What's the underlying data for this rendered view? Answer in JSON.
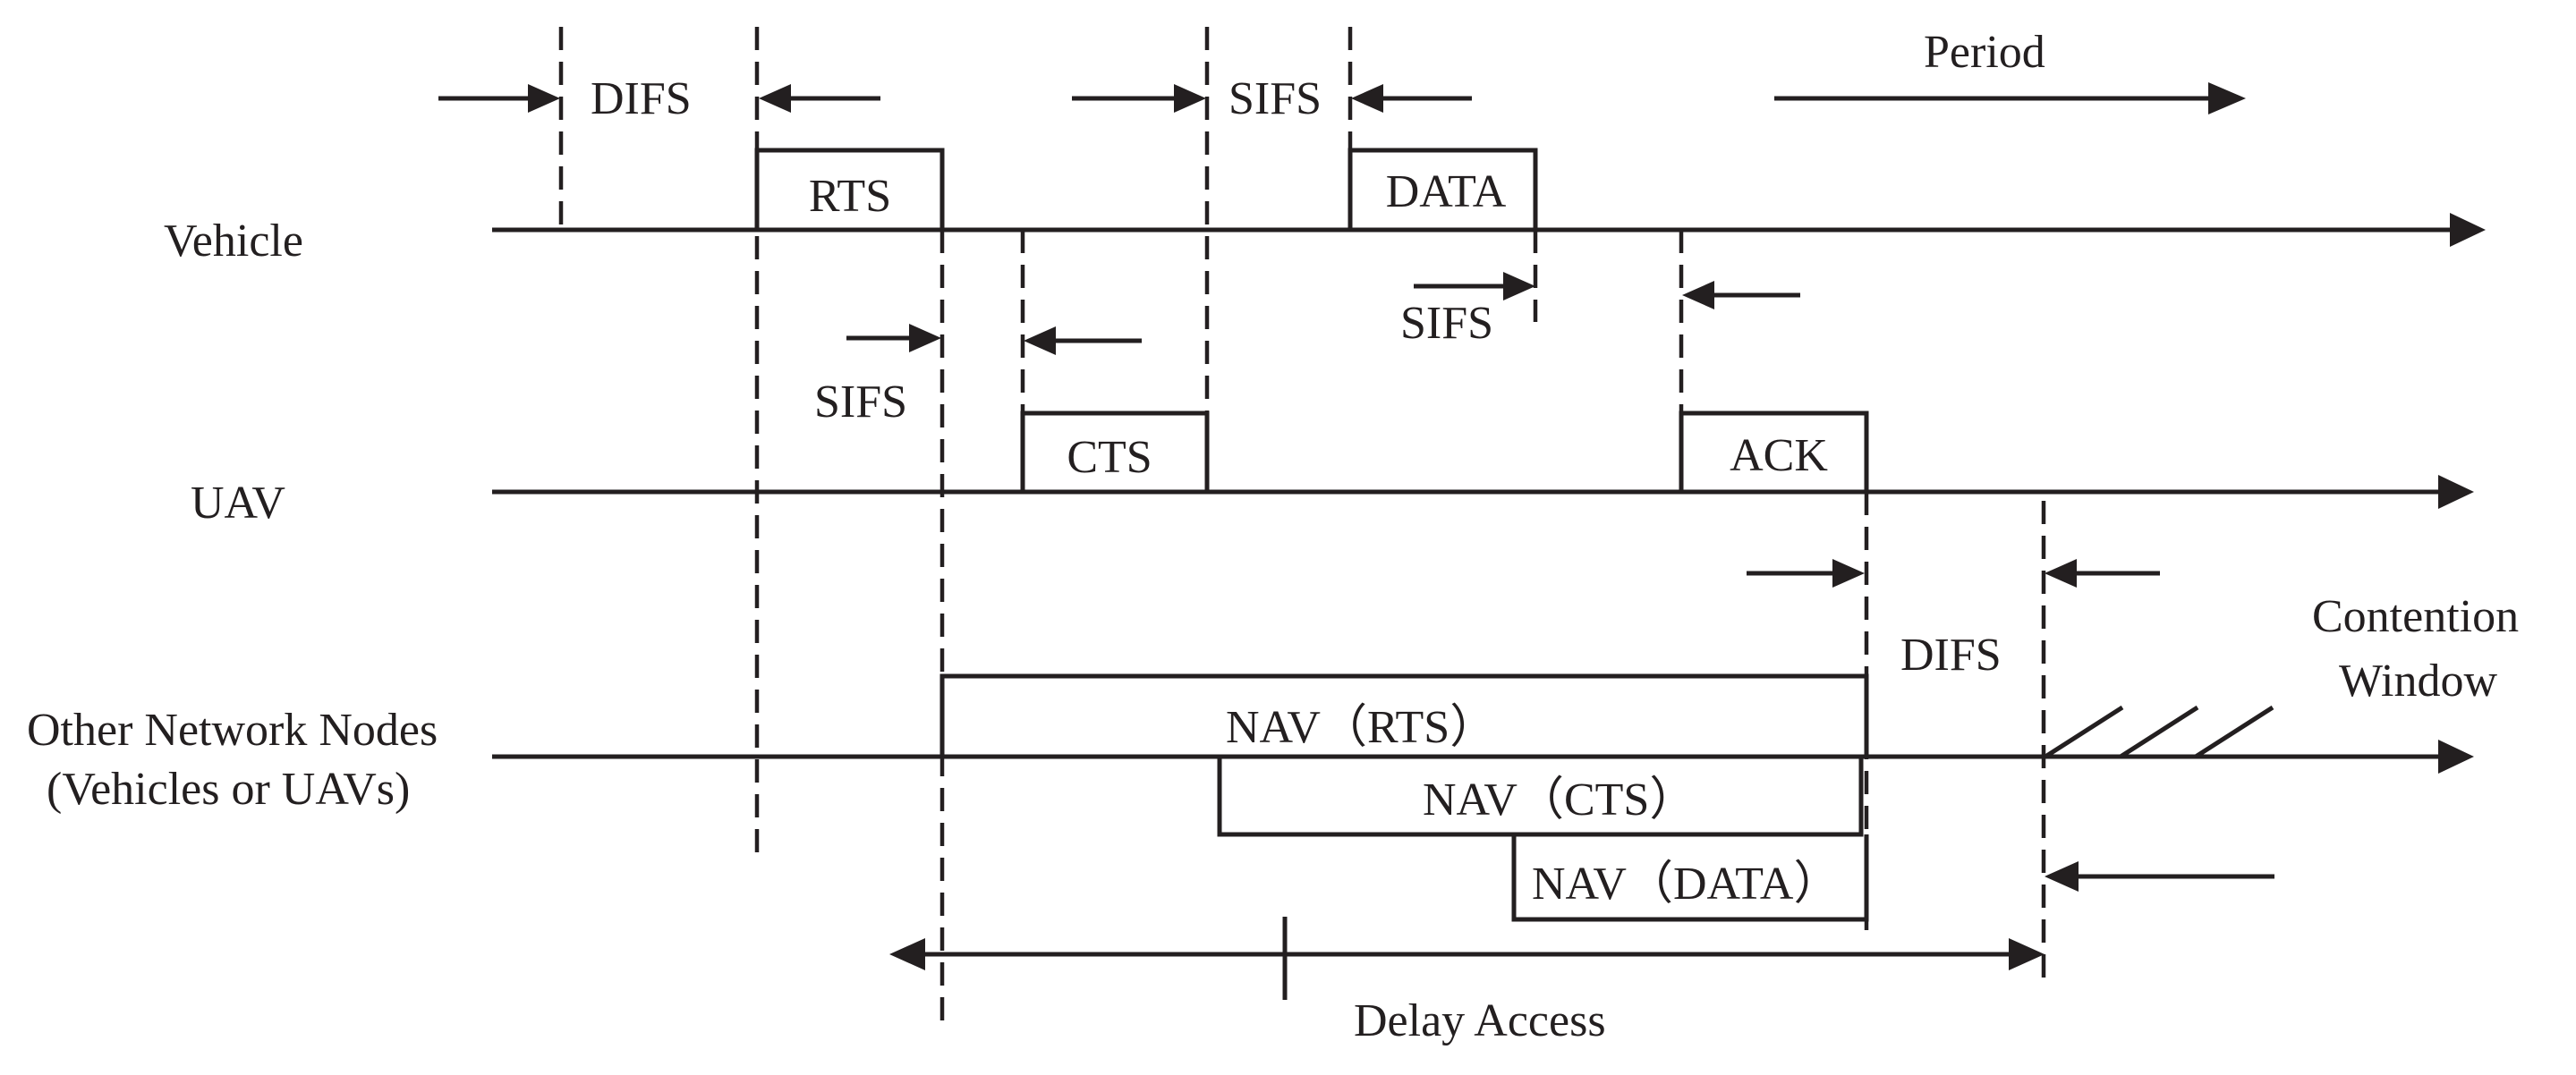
{
  "rows": {
    "vehicle": "Vehicle",
    "uav": "UAV",
    "other_line1": "Other Network Nodes",
    "other_line2": "(Vehicles or UAVs)"
  },
  "frames": {
    "rts": "RTS",
    "data": "DATA",
    "cts": "CTS",
    "ack": "ACK",
    "nav_rts": "NAV（RTS）",
    "nav_cts": "NAV（CTS）",
    "nav_data": "NAV（DATA）"
  },
  "intervals": {
    "difs_top": "DIFS",
    "sifs_top": "SIFS",
    "period": "Period",
    "sifs_after_data": "SIFS",
    "sifs_after_rts": "SIFS",
    "difs_right": "DIFS",
    "contention_line1": "Contention",
    "contention_line2": "Window",
    "delay_access": "Delay Access"
  }
}
